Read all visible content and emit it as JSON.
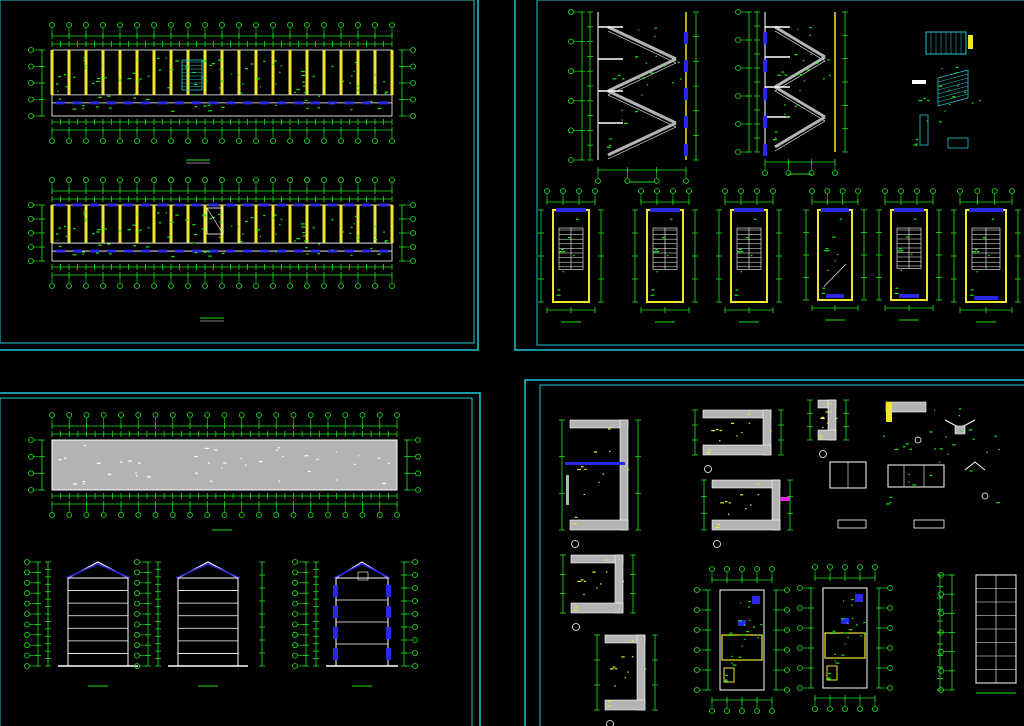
{
  "colors": {
    "background": "#000000",
    "frame": "#1ec8d2",
    "dimension": "#19e619",
    "column": "#f0e632",
    "wall_blue": "#2828e6",
    "white": "#ffffff",
    "grey_fill": "#b4b4b4",
    "magenta": "#e628e6"
  },
  "sheets": [
    {
      "id": "sheet-floor-plans",
      "content": [
        "first-floor-plan",
        "typical-floor-plan"
      ]
    },
    {
      "id": "sheet-stair-details",
      "content": [
        "stair-section-1",
        "stair-section-2",
        "stair-plans",
        "stair-isometric"
      ]
    },
    {
      "id": "sheet-roof-and-elevations",
      "content": [
        "roof-plan",
        "side-elevation-1",
        "side-elevation-2",
        "building-section"
      ]
    },
    {
      "id": "sheet-construction-details",
      "content": [
        "wall-details",
        "toilet-plans",
        "window-elevation"
      ]
    }
  ]
}
